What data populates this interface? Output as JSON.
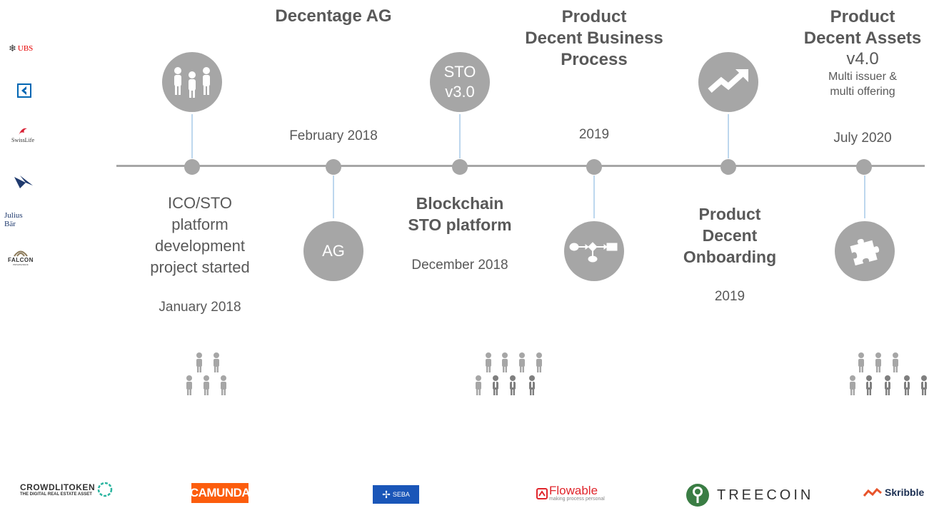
{
  "banks": [
    {
      "name": "UBS",
      "icon": "ubs-keys-icon",
      "color": "#e60000"
    },
    {
      "name": "",
      "icon": "zkb-key-icon",
      "color": "#0066b3"
    },
    {
      "name": "SwissLife",
      "icon": "swisslife-icon",
      "color": "#d82034"
    },
    {
      "name": "",
      "icon": "credit-suisse-sails-icon",
      "color": "#1f3a6e"
    },
    {
      "name": "Julius Bär",
      "icon": "",
      "color": "#1f3a6e"
    },
    {
      "name": "FALCON",
      "sub": "PRIVATE BANK",
      "icon": "falcon-arch-icon",
      "color": "#8c7a5a"
    }
  ],
  "milestones": {
    "m1": {
      "title_lines": [
        "ICO/STO",
        "platform",
        "development",
        "project started"
      ],
      "date": "January 2018",
      "icon": "people-icon"
    },
    "m2": {
      "title": "Decentage AG",
      "date": "February 2018",
      "circle_label": "AG"
    },
    "m3": {
      "circle_line1": "STO",
      "circle_line2": "v3.0",
      "title_line1": "Blockchain",
      "title_line2": "STO platform",
      "date": "December 2018"
    },
    "m4": {
      "title_line1": "Product",
      "title_line2": "Decent Business",
      "title_line3": "Process",
      "date": "2019",
      "icon": "process-flow-icon"
    },
    "m5": {
      "title_line1": "Product",
      "title_line2": "Decent",
      "title_line3": "Onboarding",
      "date": "2019",
      "icon": "trend-arrow-icon"
    },
    "m6": {
      "title_line1": "Product",
      "title_line2": "Decent Assets",
      "version": "v4.0",
      "sub_line1": "Multi issuer &",
      "sub_line2": "multi offering",
      "date": "July 2020",
      "icon": "puzzle-icon"
    }
  },
  "team_sizes": {
    "group1": 5,
    "group2": 8,
    "group3": 8
  },
  "partners": {
    "crowdlitoken": {
      "name": "CROWDLITOKEN",
      "tagline": "THE DIGITAL REAL ESTATE ASSET"
    },
    "camunda": {
      "name": "CAMUNDA"
    },
    "seba": {
      "name": "SEBA"
    },
    "flowable": {
      "name": "Flowable",
      "tagline": "making process personal"
    },
    "treecoin": {
      "name": "TREECOIN"
    },
    "skribble": {
      "name": "Skribble"
    }
  },
  "colors": {
    "grey": "#a6a6a6",
    "connector": "#bdd7ee",
    "text": "#595959",
    "dark_person": "#7f7f7f"
  }
}
